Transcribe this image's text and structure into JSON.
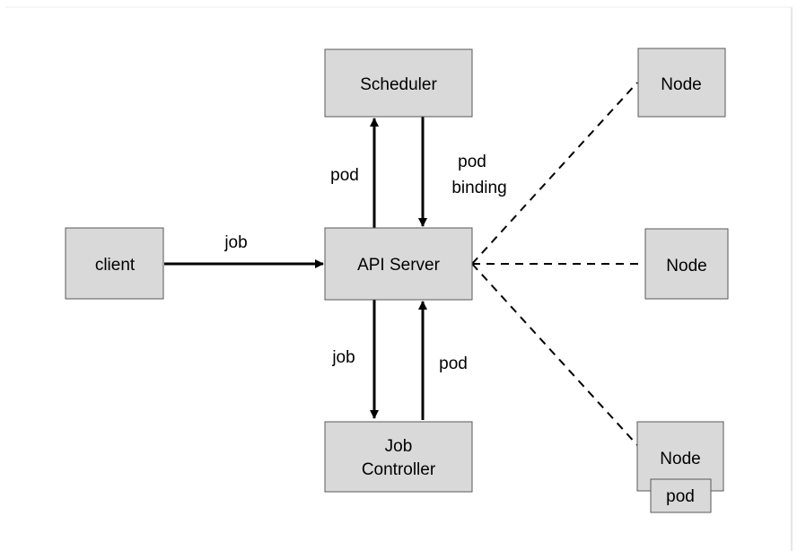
{
  "colors": {
    "box_fill": "#d9d9d9",
    "box_stroke": "#595959",
    "edge": "#000000",
    "background": "#ffffff",
    "frame": "#cccccc"
  },
  "nodes": {
    "scheduler": {
      "label": "Scheduler"
    },
    "client": {
      "label": "client"
    },
    "api_server": {
      "label": "API Server"
    },
    "job_controller": {
      "label_line1": "Job",
      "label_line2": "Controller"
    },
    "node_top": {
      "label": "Node"
    },
    "node_middle": {
      "label": "Node"
    },
    "node_bottom": {
      "label": "Node"
    },
    "pod": {
      "label": "pod"
    }
  },
  "edges": {
    "client_to_api": {
      "label": "job"
    },
    "api_to_scheduler": {
      "label": "pod"
    },
    "scheduler_to_api": {
      "label_line1": "pod",
      "label_line2": "binding"
    },
    "api_to_job_controller": {
      "label": "job"
    },
    "job_controller_to_api": {
      "label": "pod"
    }
  }
}
